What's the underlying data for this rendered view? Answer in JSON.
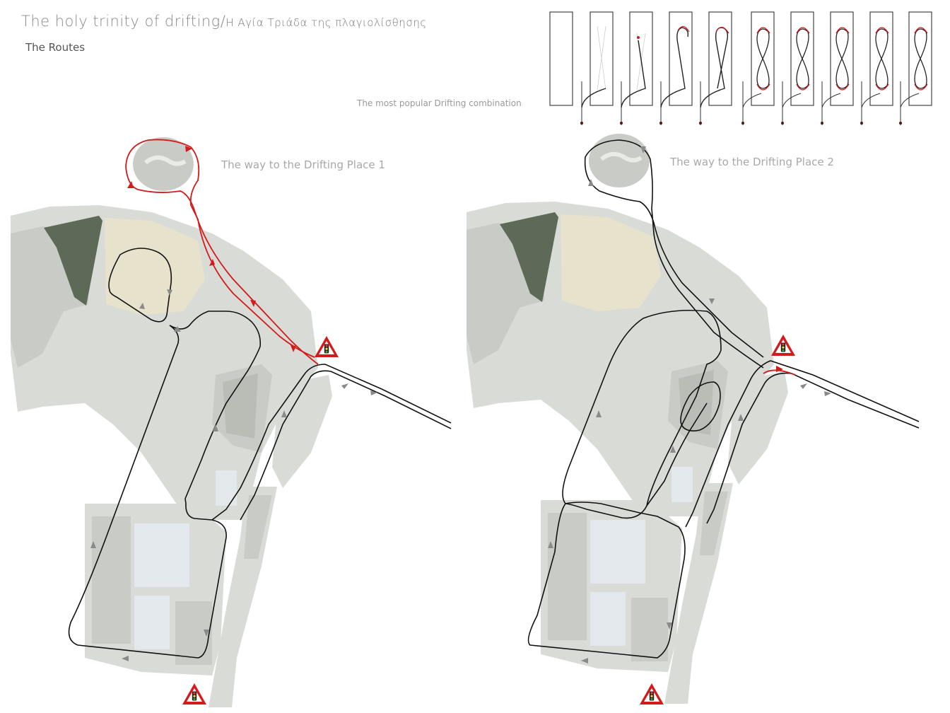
{
  "header": {
    "title_en": "The holy trinity of drifting/",
    "title_gr": "Η Αγία Τριάδα της πλαγιολίσθησης",
    "subtitle": "The Routes"
  },
  "diagrams": {
    "caption": "The most popular Drifting combination",
    "panel_count": 10
  },
  "maps": {
    "map1_label": "The way to the Drifting Place 1",
    "map2_label": "The way to the Drifting Place 2"
  },
  "colors": {
    "route": "#111111",
    "highlight_route": "#d41a1a",
    "warning_sign": "#d41a1a"
  },
  "icons": {
    "traffic_light_sign": "traffic-light-warning-icon"
  }
}
